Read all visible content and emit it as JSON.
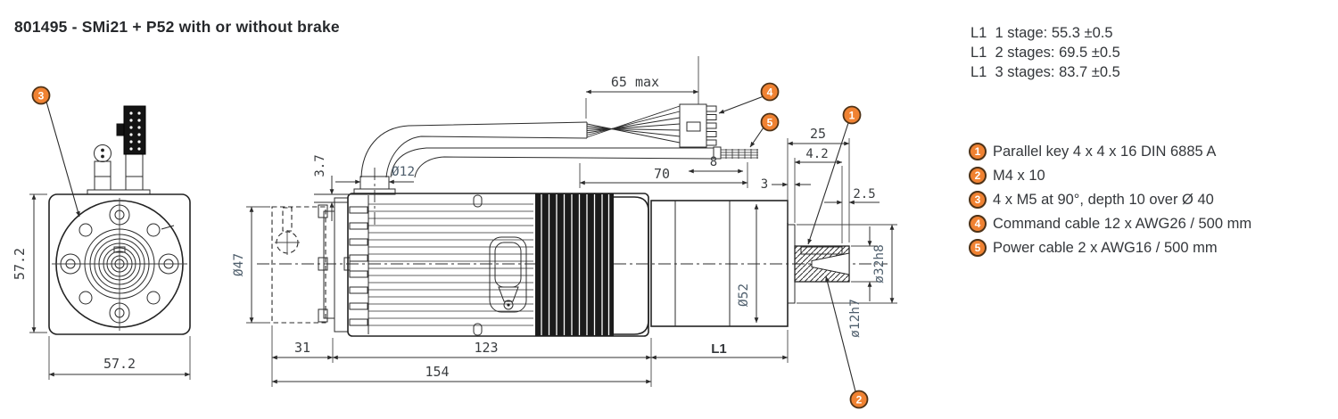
{
  "title": "801495 - SMi21 + P52 with or without brake",
  "l1_lengths": [
    "L1  1 stage: 55.3 ±0.5",
    "L1  2 stages: 69.5 ±0.5",
    "L1  3 stages: 83.7 ±0.5"
  ],
  "legend": {
    "items": [
      {
        "num": "1",
        "text": "Parallel key 4 x 4 x 16 DIN 6885 A"
      },
      {
        "num": "2",
        "text": "M4 x 10"
      },
      {
        "num": "3",
        "text": "4 x M5 at 90°, depth 10 over Ø 40"
      },
      {
        "num": "4",
        "text": "Command cable 12 x AWG26 / 500 mm"
      },
      {
        "num": "5",
        "text": "Power cable 2 x AWG16 / 500 mm"
      }
    ]
  },
  "front_view": {
    "width": "57.2",
    "height": "57.2"
  },
  "side_view": {
    "dims": {
      "cable_free": "65 max",
      "power_len": "70",
      "strip_len": "8",
      "ring_w": "3",
      "shaft_len": "25",
      "key_offset": "4.2",
      "key_end": "2.5",
      "plate_th": "3.7",
      "brake_len": "31",
      "motor_len": "123",
      "total_len": "154",
      "gearbox_len": "L1",
      "cable_dia": "Ø12",
      "brake_dia": "Ø47",
      "gearbox_dia": "Ø52",
      "boss_dia": "ø32h8",
      "shaft_dia": "ø12h7"
    }
  },
  "colors": {
    "accent": "#f08232",
    "line": "#2b2b2b",
    "dim_text": "#3a3d40",
    "dia_text": "#4d5d6b"
  }
}
